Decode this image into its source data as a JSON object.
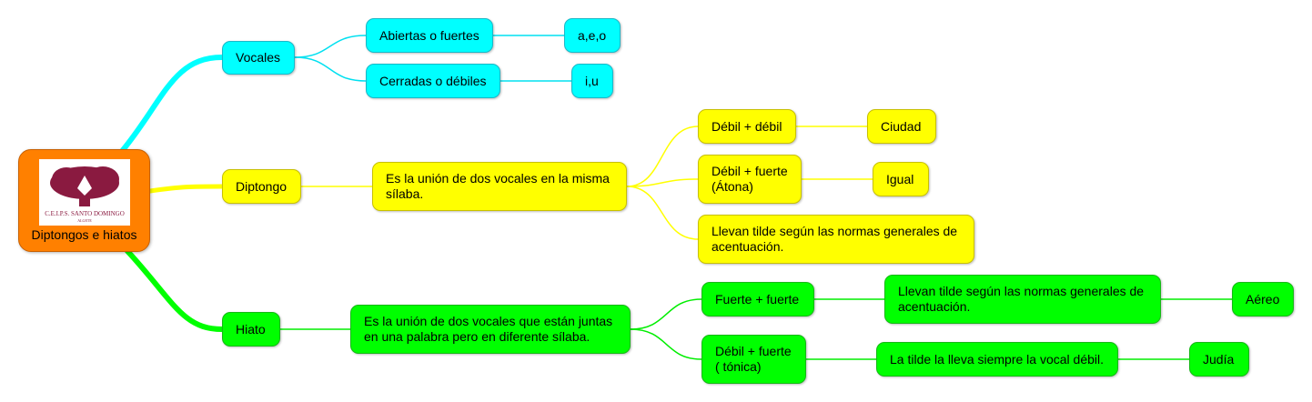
{
  "root": {
    "label": "Diptongos e hiatos",
    "logo_text": "C.E.I.P.S. SANTO DOMINGO",
    "logo_subtext": "ALGETE"
  },
  "colors": {
    "vocales": "#00ffff",
    "diptongo": "#ffff00",
    "hiato": "#00ff00",
    "root": "#ff8000",
    "logo": "#8a1a40"
  },
  "vocales": {
    "label": "Vocales",
    "abiertas": "Abiertas o fuertes",
    "abiertas_ex": "a,e,o",
    "cerradas": "Cerradas o débiles",
    "cerradas_ex": "i,u"
  },
  "diptongo": {
    "label": "Diptongo",
    "def": "Es la unión de dos vocales en la misma sílaba.",
    "dd": "Débil + débil",
    "dd_ex": "Ciudad",
    "df": "Débil + fuerte (Átona)",
    "df_ex": "Igual",
    "tilde": "Llevan tilde según las normas generales de acentuación."
  },
  "hiato": {
    "label": "Hiato",
    "def": "Es la unión de dos vocales que están juntas en una palabra pero en diferente sílaba.",
    "ff": "Fuerte + fuerte",
    "ff_rule": "Llevan tilde según las normas generales de acentuación.",
    "ff_ex": "Aéreo",
    "df": "Débil + fuerte ( tónica)",
    "df_rule": "La tilde la lleva siempre la vocal débil.",
    "df_ex": "Judía"
  }
}
